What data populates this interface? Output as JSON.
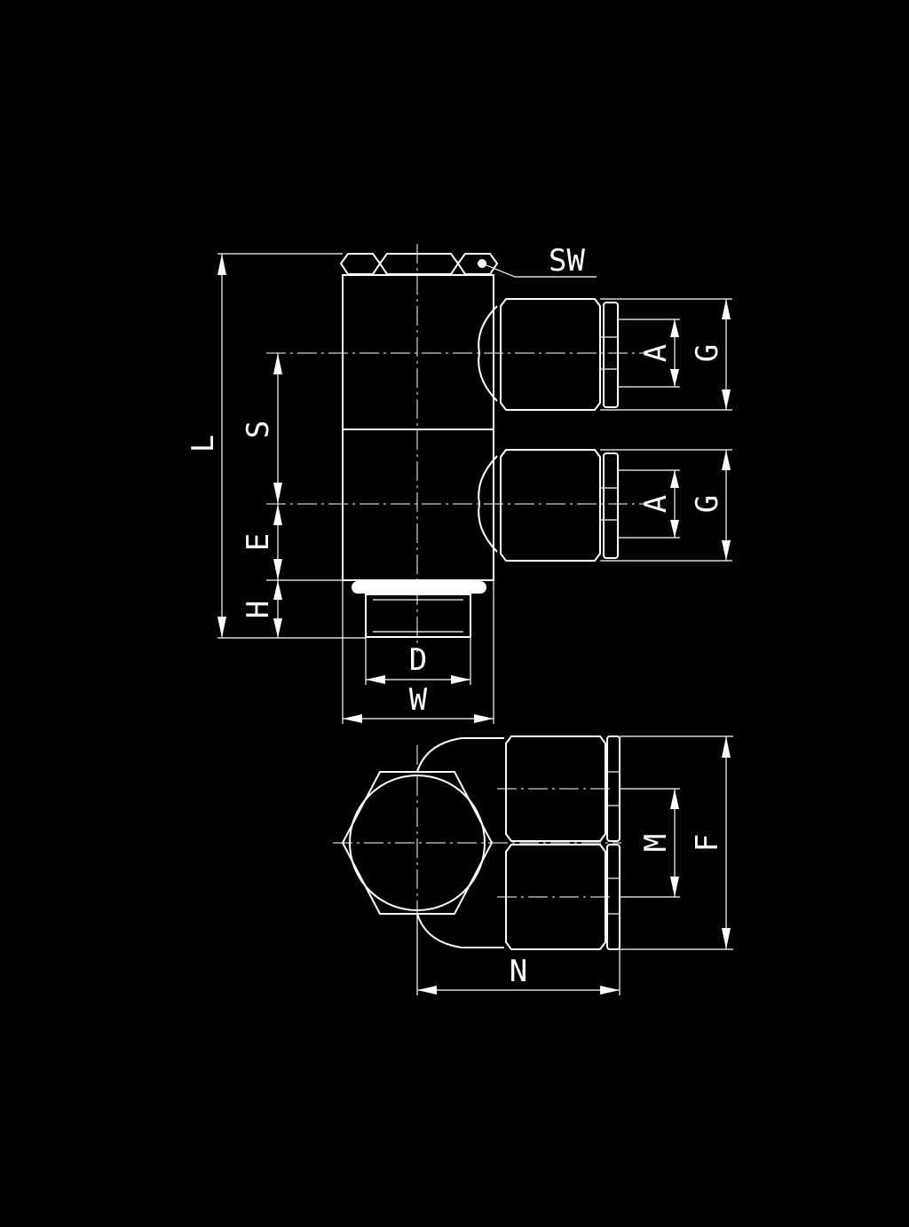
{
  "colors": {
    "background": "#000000",
    "lines": "#ffffff"
  },
  "labels": {
    "sw": "SW",
    "l": "L",
    "s": "S",
    "e": "E",
    "h": "H",
    "d": "D",
    "w": "W",
    "a1": "A",
    "g1": "G",
    "a2": "A",
    "g2": "G",
    "m": "M",
    "f": "F",
    "n": "N"
  }
}
